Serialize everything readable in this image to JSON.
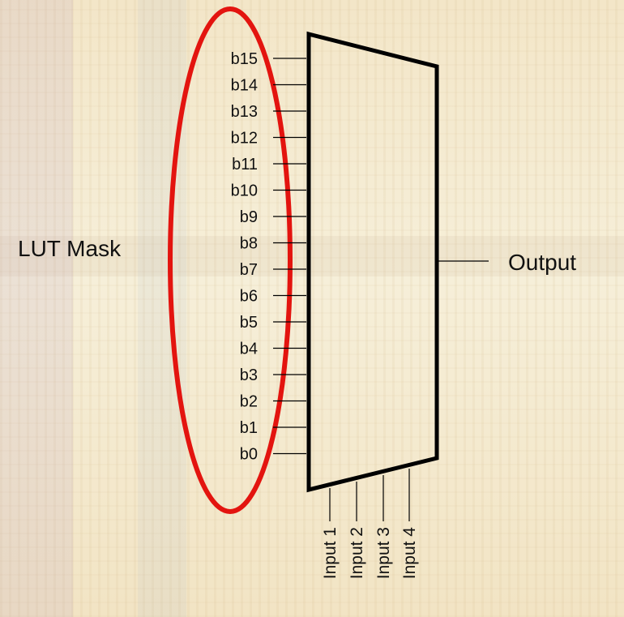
{
  "diagram": {
    "lut_mask_label": "LUT Mask",
    "output_label": "Output",
    "bits": [
      "b15",
      "b14",
      "b13",
      "b12",
      "b11",
      "b10",
      "b9",
      "b8",
      "b7",
      "b6",
      "b5",
      "b4",
      "b3",
      "b2",
      "b1",
      "b0"
    ],
    "inputs": [
      "Input 1",
      "Input 2",
      "Input 3",
      "Input 4"
    ],
    "colors": {
      "ellipse": "#e3140f",
      "lines": "#000000"
    }
  }
}
